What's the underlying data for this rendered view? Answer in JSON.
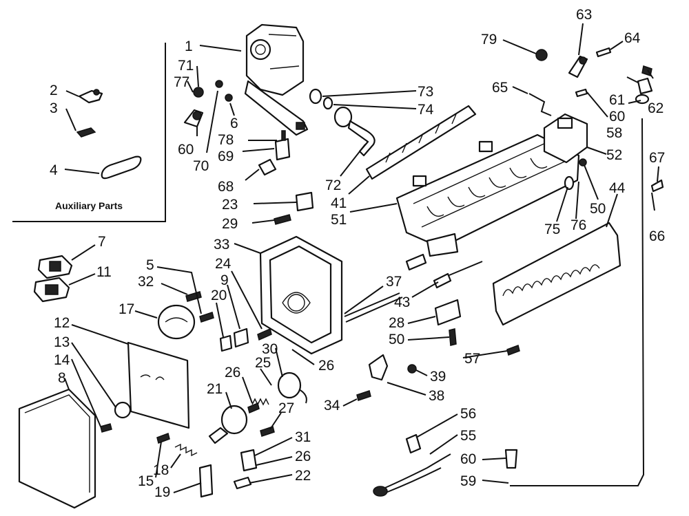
{
  "auxiliary_caption": "Auxiliary Parts",
  "part_numbers": [
    "1",
    "2",
    "3",
    "4",
    "5",
    "6",
    "7",
    "8",
    "9",
    "11",
    "12",
    "13",
    "14",
    "15",
    "17",
    "18",
    "19",
    "20",
    "21",
    "22",
    "23",
    "24",
    "25",
    "26",
    "27",
    "28",
    "29",
    "30",
    "31",
    "33",
    "34",
    "37",
    "38",
    "39",
    "41",
    "43",
    "44",
    "50",
    "51",
    "52",
    "55",
    "56",
    "57",
    "58",
    "59",
    "60",
    "61",
    "62",
    "63",
    "64",
    "65",
    "66",
    "67",
    "68",
    "69",
    "70",
    "71",
    "72",
    "73",
    "74",
    "75",
    "76",
    "77",
    "78",
    "79"
  ],
  "labels": {
    "l1": "1",
    "l71": "71",
    "l77": "77",
    "l60a": "60",
    "l70": "70",
    "l6": "6",
    "l78": "78",
    "l69": "69",
    "l68": "68",
    "l2": "2",
    "l3": "3",
    "l4": "4",
    "l73": "73",
    "l74": "74",
    "l72": "72",
    "l41": "41",
    "l51": "51",
    "l63": "63",
    "l79": "79",
    "l64": "64",
    "l65": "65",
    "l61": "61",
    "l60b": "60",
    "l62": "62",
    "l58": "58",
    "l52": "52",
    "l67": "67",
    "l66": "66",
    "l44": "44",
    "l50a": "50",
    "l75": "75",
    "l76": "76",
    "l23": "23",
    "l29": "29",
    "l33": "33",
    "l24": "24",
    "l9": "9",
    "l20": "20",
    "l5": "5",
    "l32": "32",
    "l17": "17",
    "l7": "7",
    "l11": "11",
    "l12": "12",
    "l13": "13",
    "l14": "14",
    "l8": "8",
    "l30": "30",
    "l26a": "26",
    "l37": "37",
    "l43": "43",
    "l28": "28",
    "l50b": "50",
    "l57": "57",
    "l39": "39",
    "l38": "38",
    "l34": "34",
    "l25": "25",
    "l26b": "26",
    "l21": "21",
    "l27": "27",
    "l31": "31",
    "l26c": "26",
    "l22": "22",
    "l18": "18",
    "l15": "15",
    "l19": "19",
    "l56": "56",
    "l55": "55",
    "l60c": "60",
    "l59": "59"
  }
}
